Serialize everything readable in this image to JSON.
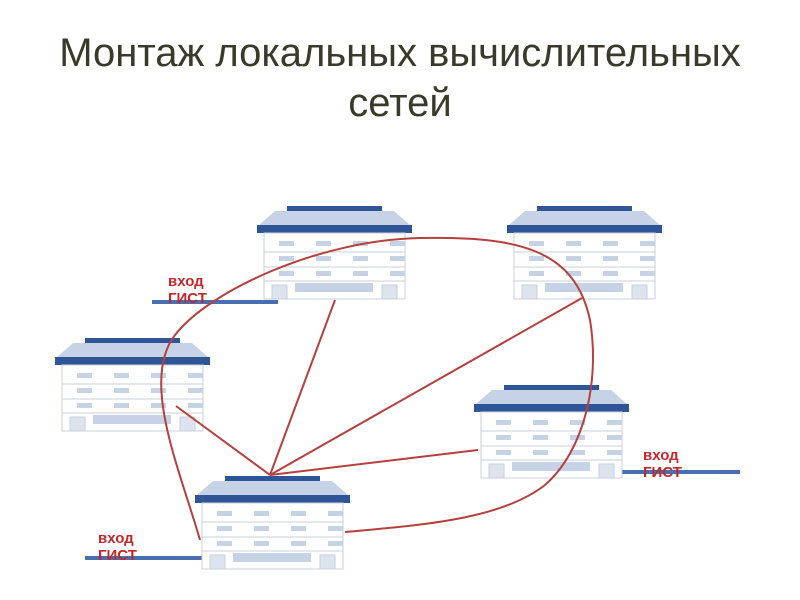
{
  "title": "Монтаж локальных вычислительных сетей",
  "entries": [
    {
      "line1": "вход",
      "line2": "ГИСТ"
    },
    {
      "line1": "вход",
      "line2": "ГИСТ"
    },
    {
      "line1": "вход",
      "line2": "ГИСТ"
    }
  ],
  "colors": {
    "cable": "#b5403d",
    "building_dark": "#2f5596",
    "building_light": "#c6d3e6",
    "label": "#c0282c"
  }
}
